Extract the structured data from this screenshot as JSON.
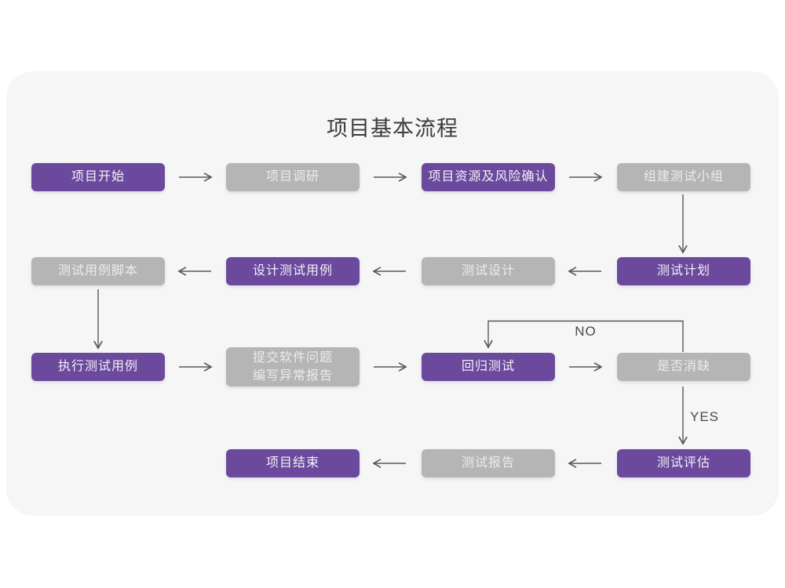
{
  "title": "项目基本流程",
  "colors": {
    "accent_purple": "#6b4a9d",
    "node_gray": "#b5b5b6",
    "card_background": "#f6f6f7",
    "arrow": "#58585a"
  },
  "nodes": [
    {
      "id": "project-start",
      "label": "项目开始",
      "variant": "purple"
    },
    {
      "id": "project-research",
      "label": "项目调研",
      "variant": "gray"
    },
    {
      "id": "risk-confirm",
      "label": "项目资源及风险确认",
      "variant": "purple"
    },
    {
      "id": "build-team",
      "label": "组建测试小组",
      "variant": "gray"
    },
    {
      "id": "test-plan",
      "label": "测试计划",
      "variant": "purple"
    },
    {
      "id": "test-design",
      "label": "测试设计",
      "variant": "gray"
    },
    {
      "id": "design-cases",
      "label": "设计测试用例",
      "variant": "purple"
    },
    {
      "id": "case-scripts",
      "label": "测试用例脚本",
      "variant": "gray"
    },
    {
      "id": "execute-cases",
      "label": "执行测试用例",
      "variant": "purple"
    },
    {
      "id": "submit-issues",
      "label": "提交软件问题\n编写异常报告",
      "variant": "gray"
    },
    {
      "id": "regression-test",
      "label": "回归测试",
      "variant": "purple"
    },
    {
      "id": "defect-check",
      "label": "是否消缺",
      "variant": "gray"
    },
    {
      "id": "test-evaluate",
      "label": "测试评估",
      "variant": "purple"
    },
    {
      "id": "test-report",
      "label": "测试报告",
      "variant": "gray"
    },
    {
      "id": "project-end",
      "label": "项目结束",
      "variant": "purple"
    }
  ],
  "edges": [
    {
      "from": "project-start",
      "to": "project-research",
      "label": ""
    },
    {
      "from": "project-research",
      "to": "risk-confirm",
      "label": ""
    },
    {
      "from": "risk-confirm",
      "to": "build-team",
      "label": ""
    },
    {
      "from": "build-team",
      "to": "test-plan",
      "label": ""
    },
    {
      "from": "test-plan",
      "to": "test-design",
      "label": ""
    },
    {
      "from": "test-design",
      "to": "design-cases",
      "label": ""
    },
    {
      "from": "design-cases",
      "to": "case-scripts",
      "label": ""
    },
    {
      "from": "case-scripts",
      "to": "execute-cases",
      "label": ""
    },
    {
      "from": "execute-cases",
      "to": "submit-issues",
      "label": ""
    },
    {
      "from": "submit-issues",
      "to": "regression-test",
      "label": ""
    },
    {
      "from": "regression-test",
      "to": "defect-check",
      "label": ""
    },
    {
      "from": "defect-check",
      "to": "regression-test",
      "label": "NO"
    },
    {
      "from": "defect-check",
      "to": "test-evaluate",
      "label": "YES"
    },
    {
      "from": "test-evaluate",
      "to": "test-report",
      "label": ""
    },
    {
      "from": "test-report",
      "to": "project-end",
      "label": ""
    }
  ]
}
